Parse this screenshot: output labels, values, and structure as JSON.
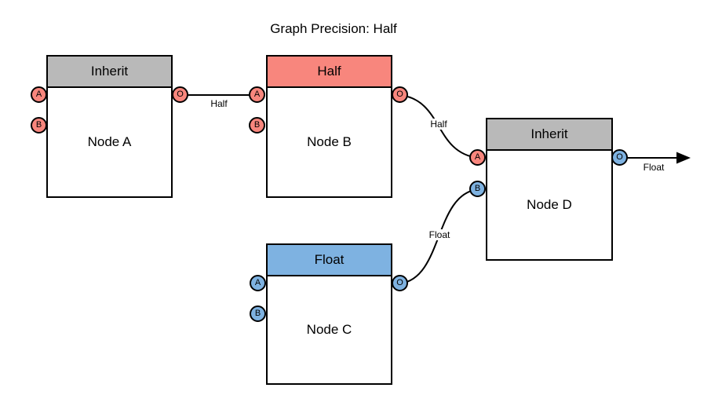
{
  "title": "Graph Precision: Half",
  "colors": {
    "salmon": "#F8867D",
    "blue": "#7EB2E1",
    "gray": "#B9B9B9",
    "stroke": "#000000",
    "background": "#FFFFFF"
  },
  "nodes": {
    "a": {
      "label": "Node A",
      "header": "Inherit",
      "header_color": "#B9B9B9",
      "ports": {
        "a": {
          "label": "A",
          "color": "#F8867D"
        },
        "b": {
          "label": "B",
          "color": "#F8867D"
        },
        "o": {
          "label": "O",
          "color": "#F8867D"
        }
      }
    },
    "b": {
      "label": "Node B",
      "header": "Half",
      "header_color": "#F8867D",
      "ports": {
        "a": {
          "label": "A",
          "color": "#F8867D"
        },
        "b": {
          "label": "B",
          "color": "#F8867D"
        },
        "o": {
          "label": "O",
          "color": "#F8867D"
        }
      }
    },
    "c": {
      "label": "Node C",
      "header": "Float",
      "header_color": "#7EB2E1",
      "ports": {
        "a": {
          "label": "A",
          "color": "#7EB2E1"
        },
        "b": {
          "label": "B",
          "color": "#7EB2E1"
        },
        "o": {
          "label": "O",
          "color": "#7EB2E1"
        }
      }
    },
    "d": {
      "label": "Node D",
      "header": "Inherit",
      "header_color": "#B9B9B9",
      "ports": {
        "a": {
          "label": "A",
          "color": "#F8867D"
        },
        "b": {
          "label": "B",
          "color": "#7EB2E1"
        },
        "o": {
          "label": "O",
          "color": "#7EB2E1"
        }
      }
    }
  },
  "edges": {
    "a_to_b": {
      "from": "Node A.O",
      "to": "Node B.A",
      "label": "Half"
    },
    "b_to_d": {
      "from": "Node B.O",
      "to": "Node D.A",
      "label": "Half"
    },
    "c_to_d": {
      "from": "Node C.O",
      "to": "Node D.B",
      "label": "Float"
    },
    "d_output": {
      "from": "Node D.O",
      "to": "output-arrow",
      "label": "Float"
    }
  }
}
